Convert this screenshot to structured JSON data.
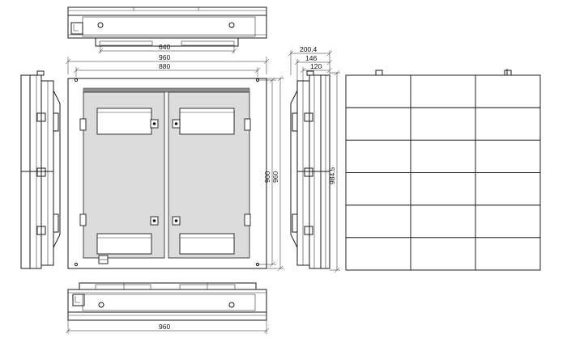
{
  "dimensions": {
    "top_inner_width": "640",
    "front_outer_width": "960",
    "front_inner_width": "880",
    "front_inner_height": "900",
    "front_outer_height": "960",
    "side_depth_total": "200.4",
    "side_depth_mid": "146",
    "side_depth_inner": "120",
    "side_height": "984.5",
    "bottom_width": "960"
  },
  "front_view": {
    "modules": [
      {
        "id": "left"
      },
      {
        "id": "right"
      }
    ],
    "module_panels_each": 2
  },
  "grid_view": {
    "rows": 6,
    "cols": 3
  },
  "colors": {
    "line": "#1a1a1a",
    "panel_fill": "#dcdcdc",
    "top_bar": "#8f8f8f"
  }
}
